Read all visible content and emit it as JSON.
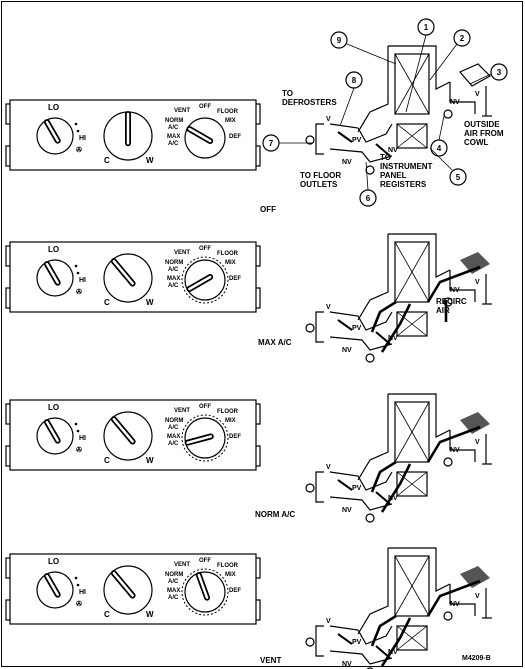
{
  "panels": [
    {
      "caption": "OFF"
    },
    {
      "caption": "MAX A/C"
    },
    {
      "caption": "NORM A/C"
    },
    {
      "caption": "VENT"
    }
  ],
  "control_labels": {
    "fan_lo": "LO",
    "fan_hi": "HI",
    "temp_cold": "C",
    "temp_warm": "W",
    "mode_off": "OFF",
    "mode_vent": "VENT",
    "mode_floor": "FLOOR",
    "mode_mix": "MIX",
    "mode_norm_ac": "NORM A/C",
    "mode_max_ac": "MAX A/C",
    "mode_def": "DEF"
  },
  "diagram_labels": {
    "to_defrosters": "TO DEFROSTERS",
    "to_floor_outlets": "TO FLOOR OUTLETS",
    "to_instrument_panel": "TO INSTRUMENT PANEL REGISTERS",
    "outside_air": "OUTSIDE AIR FROM COWL",
    "recirc_air": "RECIRC AIR",
    "pv": "PV",
    "nv": "NV",
    "v": "V"
  },
  "callouts": [
    "1",
    "2",
    "3",
    "4",
    "5",
    "6",
    "7",
    "8",
    "9"
  ],
  "figure_id": "M4209-B"
}
